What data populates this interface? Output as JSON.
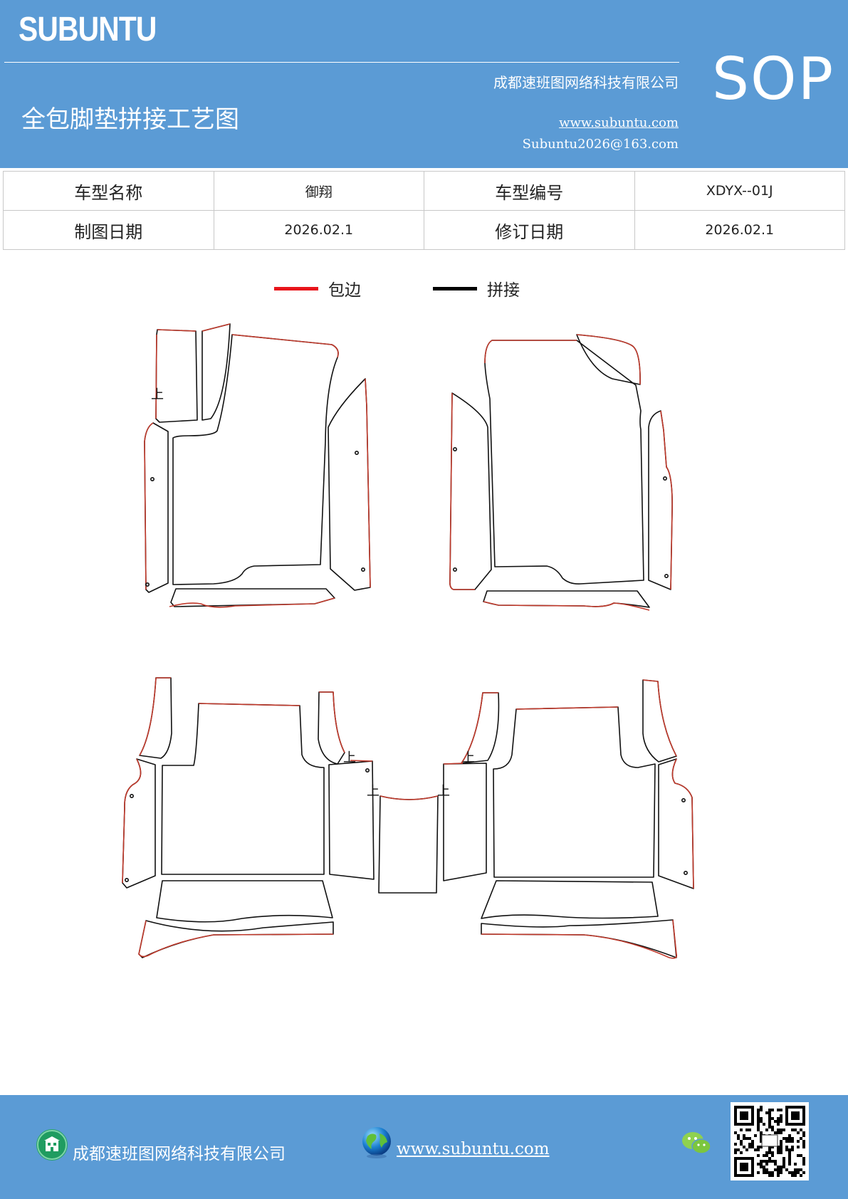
{
  "header": {
    "brand": "SUBUNTU",
    "company": "成都速班图网络科技有限公司",
    "title": "全包脚垫拼接工艺图",
    "website": "www.subuntu.com",
    "email": "Subuntu2026@163.com",
    "badge": "SOP",
    "color": "#5b9bd5"
  },
  "info_table": {
    "row1": {
      "label1": "车型名称",
      "value1": "御翔",
      "label2": "车型编号",
      "value2": "XDYX--01J"
    },
    "row2": {
      "label1": "制图日期",
      "value1": "2026.02.1",
      "label2": "修订日期",
      "value2": "2026.02.1"
    }
  },
  "legend": {
    "items": [
      {
        "label": "包边",
        "color": "#e8141b"
      },
      {
        "label": "拼接",
        "color": "#000000"
      }
    ]
  },
  "drawing": {
    "marker": "上",
    "edge_color": "#c0392b",
    "seam_color": "#111111"
  },
  "footer": {
    "company": "成都速班图网络科技有限公司",
    "website": "www.subuntu.com",
    "building_icon": "building-icon",
    "globe_icon": "globe-icon",
    "chat_icon": "wechat-icon",
    "qr_icon": "qr-code"
  }
}
